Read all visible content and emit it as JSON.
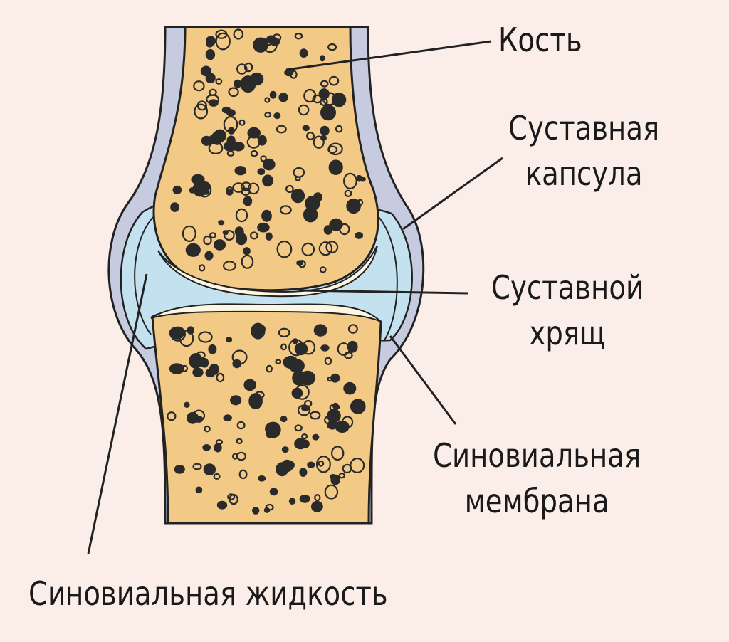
{
  "colors": {
    "background": "#fbeee9",
    "bone": "#f3c986",
    "capsule": "#c7cbe0",
    "synovial_fluid": "#c3e1ef",
    "cartilage": "#fdf6e2",
    "outline": "#222222"
  },
  "labels": {
    "bone": "Кость",
    "capsule_line1": "Суставная",
    "capsule_line2": "капсула",
    "cartilage_line1": "Суставной",
    "cartilage_line2": "хрящ",
    "membrane_line1": "Синовиальная",
    "membrane_line2": "мембрана",
    "fluid": "Синовиальная жидкость"
  }
}
